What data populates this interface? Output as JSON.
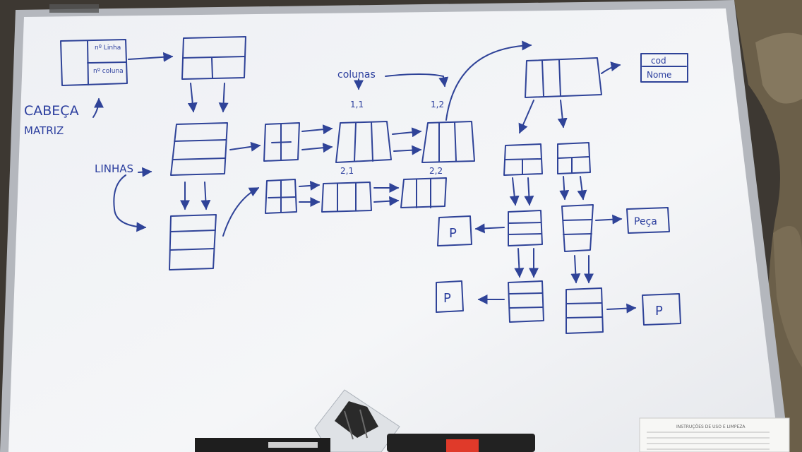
{
  "board": {
    "head_box": {
      "line_label": "nº Linha",
      "column_label": "nº coluna"
    },
    "cabeca_label": "CABEÇA",
    "matriz_label": "MATRIZ",
    "linhas_label": "LINHAS",
    "colunas_label": "colunas",
    "cell_labels": [
      "1,1",
      "1,2",
      "2,1",
      "2,2"
    ],
    "record_fields": [
      "cod",
      "Nome"
    ],
    "peca_label": "Peça",
    "p_labels": [
      "P",
      "P",
      "P"
    ]
  },
  "instructions_card": {
    "title": "INSTRUÇÕES DE USO E LIMPEZA"
  },
  "colors": {
    "ink": "#2f4398",
    "board": "#f3f4f7",
    "frame": "#b9bcc2",
    "marker_cap": "#e03a2a"
  }
}
